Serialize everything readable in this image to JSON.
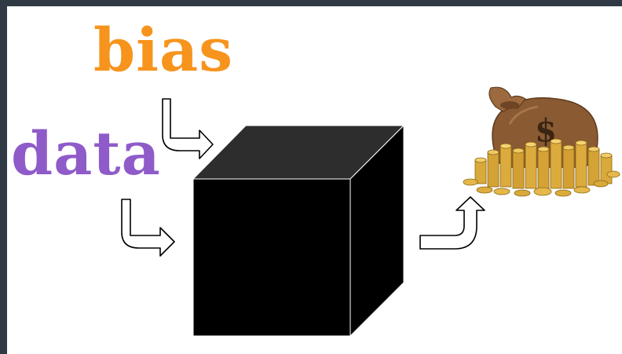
{
  "labels": {
    "bias": "bias",
    "data": "data"
  },
  "colors": {
    "bias": "#f7941d",
    "data": "#8f5bc9",
    "box_front": "#000000",
    "box_top": "#2d2d2d",
    "box_side": "#000000",
    "frame": "#2f3a44",
    "background": "#ffffff"
  },
  "icons": {
    "input_arrow_bias": "curved-arrow-right-icon",
    "input_arrow_data": "curved-arrow-right-icon",
    "output_arrow": "curved-arrow-up-icon",
    "black_box": "black-box-cube",
    "money_bag": "money-bag-with-coins-image"
  }
}
